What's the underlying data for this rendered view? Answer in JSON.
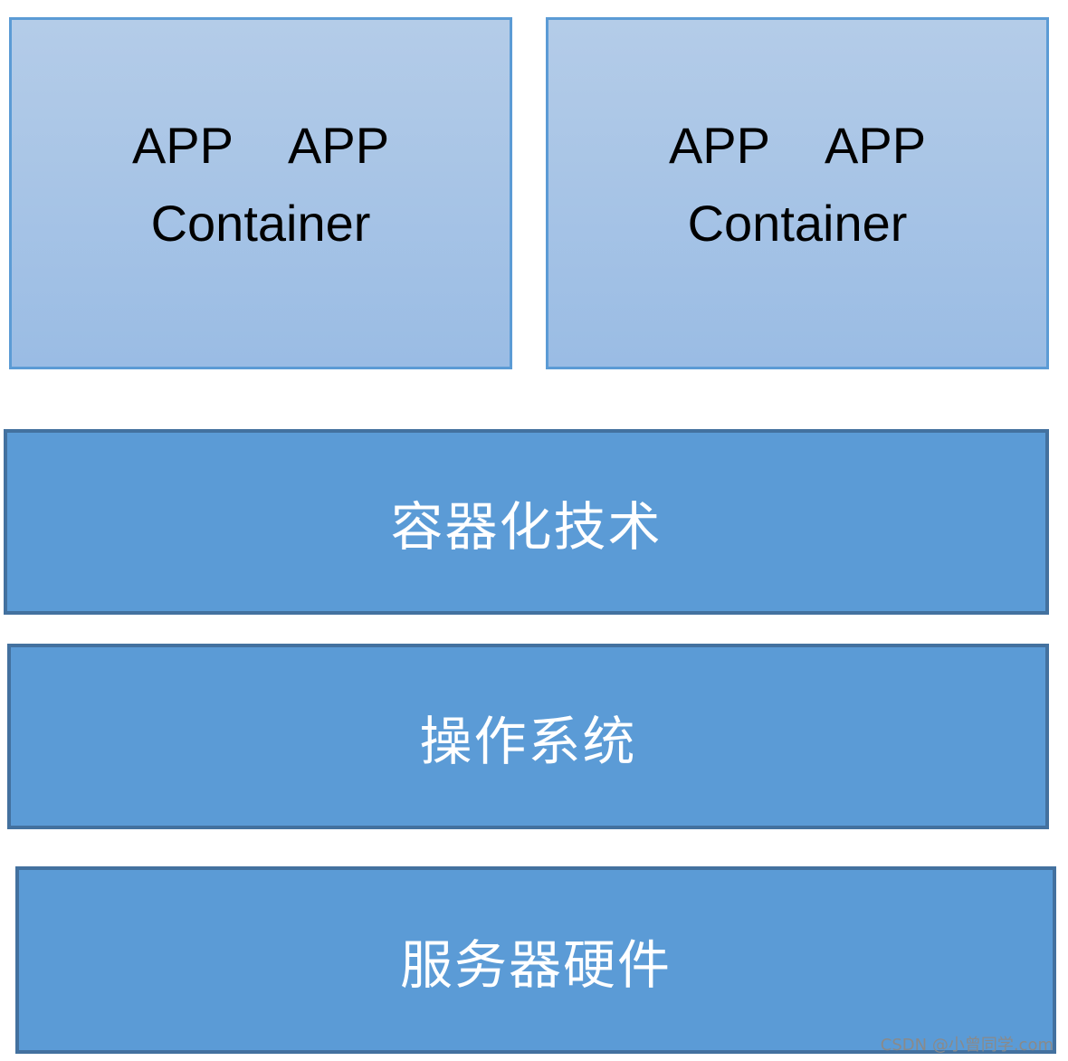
{
  "containers": [
    {
      "apps": [
        "APP",
        "APP"
      ],
      "label": "Container"
    },
    {
      "apps": [
        "APP",
        "APP"
      ],
      "label": "Container"
    }
  ],
  "layers": {
    "container_tech": "容器化技术",
    "os": "操作系统",
    "hardware": "服务器硬件"
  },
  "watermark": "CSDN @小曾同学.com",
  "colors": {
    "container_fill_top": "#b4cce8",
    "container_fill_bottom": "#9abce4",
    "container_border": "#5b9bd5",
    "layer_fill": "#5b9bd6",
    "layer_border": "#43719f",
    "layer_text": "#ffffff"
  }
}
